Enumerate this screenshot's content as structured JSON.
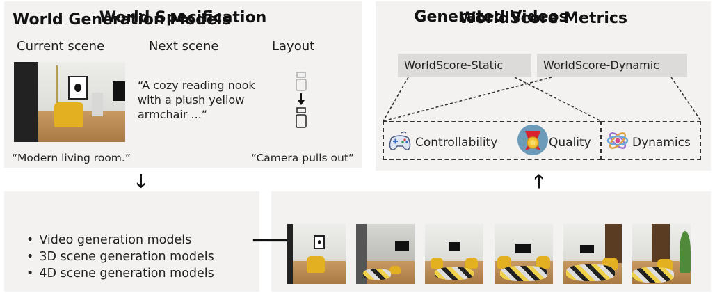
{
  "world_spec": {
    "title": "World Specification",
    "columns": {
      "current": "Current scene",
      "next": "Next scene",
      "layout": "Layout"
    },
    "next_scene_text": "“A cozy reading nook with a plush yellow armchair ...”",
    "current_caption": "“Modern living room.”",
    "layout_caption": "“Camera pulls out”"
  },
  "metrics": {
    "title": "WorldScore Metrics",
    "static_label": "WorldScore-Static",
    "dynamic_label": "WorldScore-Dynamic",
    "items": [
      {
        "label": "Controllability",
        "icon": "gamepad-icon"
      },
      {
        "label": "Quality",
        "icon": "medal-icon"
      },
      {
        "label": "Dynamics",
        "icon": "atom-icon"
      }
    ]
  },
  "models": {
    "title": "World Generation Models",
    "bullets": [
      "Video generation models",
      "3D scene generation models",
      "4D scene generation models"
    ]
  },
  "videos": {
    "title": "Generated Videos",
    "frame_count": 6
  },
  "colors": {
    "panel_bg": "#f3f2f1",
    "tag_bg": "#dcdbd9",
    "accent_yellow": "#e2b020"
  }
}
